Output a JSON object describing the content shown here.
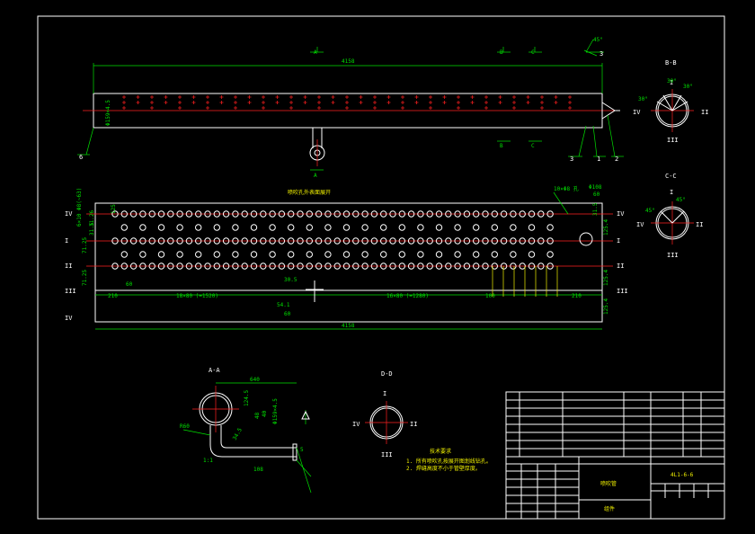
{
  "colors": {
    "background": "#000000",
    "outline": "#ffffff",
    "dimension": "#00e000",
    "note": "#f0f000",
    "center_line": "#ff2020"
  },
  "top_view": {
    "section_marks": [
      "A",
      "B",
      "C",
      "A",
      "B",
      "C"
    ],
    "length_dim": "4158",
    "diameter_dim": "Φ159×4.5",
    "angle_mark": "45°",
    "part_labels": [
      "6",
      "3",
      "1",
      "2",
      "3"
    ]
  },
  "view_bb": {
    "title": "B-B",
    "pos": [
      "I",
      "II",
      "III",
      "IV"
    ],
    "angles": [
      "30°",
      "30°",
      "30°"
    ]
  },
  "view_cc": {
    "title": "C-C",
    "pos": [
      "I",
      "II",
      "III",
      "IV"
    ],
    "angles": [
      "45°",
      "45°"
    ]
  },
  "view_dd": {
    "title": "D-D",
    "pos": [
      "I",
      "II",
      "III",
      "IV"
    ]
  },
  "view_aa": {
    "title": "A-A",
    "dims": [
      "640",
      "Φ159×4.5",
      "124.5",
      "48",
      "108",
      "34.5",
      "R60",
      "40",
      "1:1",
      "5"
    ]
  },
  "development": {
    "title": "喷吹孔外表面展开",
    "row_labels": [
      "IV",
      "I",
      "II",
      "III",
      "IV"
    ],
    "top_left_dim": "6×10 Φ8(~63)",
    "left_dims": [
      "71.25",
      "31.5",
      "71.25",
      "125",
      "31.26"
    ],
    "bottom_dims": [
      "210",
      "60",
      "18×80 (=1520)",
      "30.5",
      "54.1",
      "60",
      "16×80 (=1280)",
      "100",
      "210"
    ],
    "right_dims": [
      "Φ108",
      "60",
      "31.5",
      "125.4",
      "125.4",
      "125.4"
    ],
    "length_dim": "4158",
    "hole_note": "10×Φ8 孔"
  },
  "notes": {
    "heading": "技术要求",
    "lines": [
      "1. 所有喷吹孔按展开图划线钻孔。",
      "2. 焊缝高度不小于管壁厚度。"
    ]
  },
  "title_block": {
    "drawing_no": "4L1-6-6",
    "name": "喷吹管",
    "subtitle": "组件"
  }
}
